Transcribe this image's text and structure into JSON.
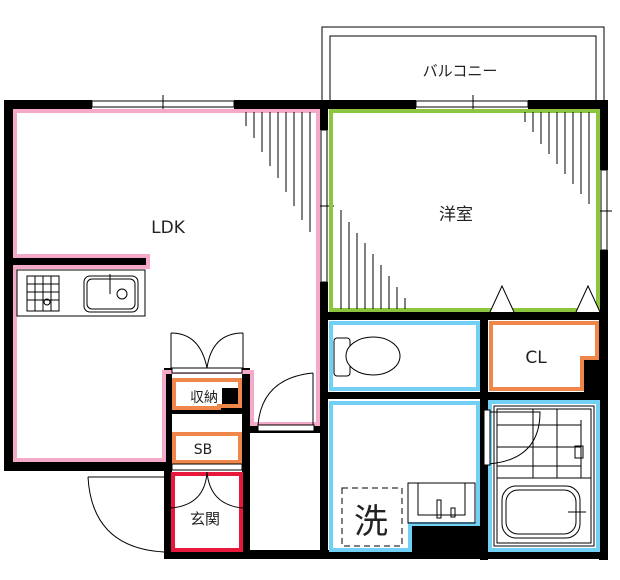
{
  "floorplan": {
    "rooms": {
      "balcony": {
        "label": "バルコニー"
      },
      "ldk": {
        "label": "LDK"
      },
      "western_room": {
        "label": "洋室"
      },
      "closet": {
        "label": "CL"
      },
      "storage": {
        "label": "収納"
      },
      "shoe_box": {
        "label": "SB"
      },
      "entrance": {
        "label": "玄関"
      },
      "washer": {
        "label": "洗"
      }
    },
    "colors": {
      "wall": "#000000",
      "ldk_outline": "#f4a9c8",
      "western_outline": "#8cc63f",
      "closet_outline": "#f0874a",
      "entrance_outline": "#e8173c",
      "wet_area_outline": "#72d0f4"
    }
  }
}
